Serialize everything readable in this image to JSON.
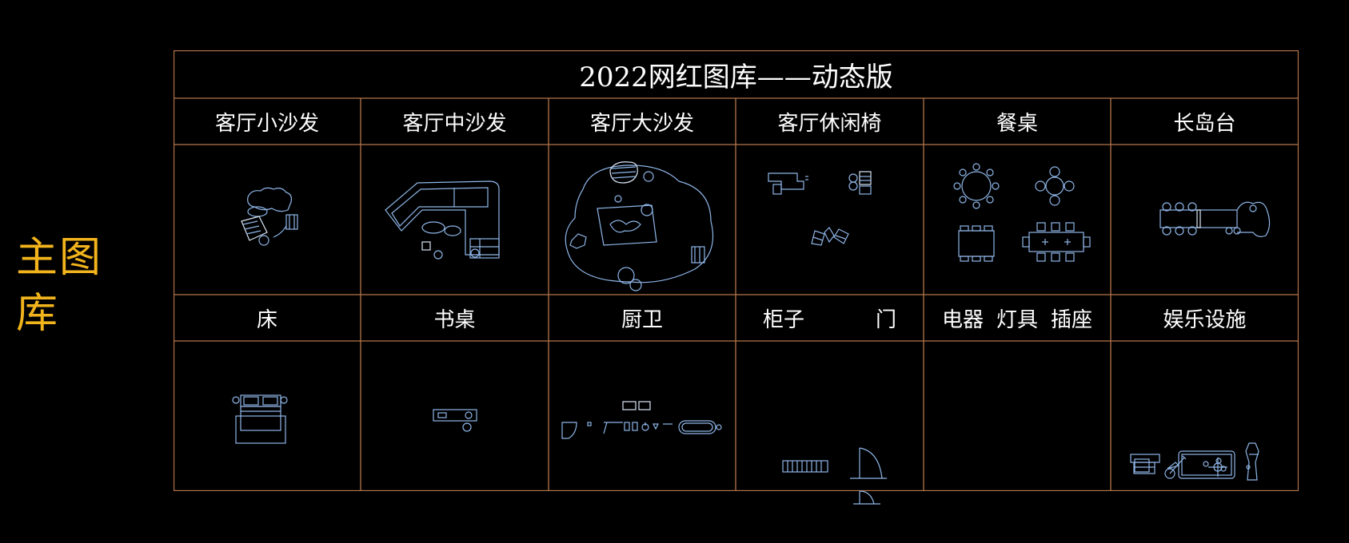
{
  "side_label": "主图库",
  "board": {
    "title": "2022网红图库——动态版",
    "row1_headers": [
      "客厅小沙发",
      "客厅中沙发",
      "客厅大沙发",
      "客厅休闲椅",
      "餐桌",
      "长岛台"
    ],
    "row2_headers": {
      "bed": "床",
      "desk": "书桌",
      "kitchen_bath": "厨卫",
      "cabinet": "柜子",
      "door": "门",
      "appliance": "电器",
      "lamp": "灯具",
      "socket": "插座",
      "entertainment": "娱乐设施"
    }
  },
  "colors": {
    "accent": "#f2b41c",
    "grid": "#b5754a",
    "symbol": "#8fb6e8"
  }
}
